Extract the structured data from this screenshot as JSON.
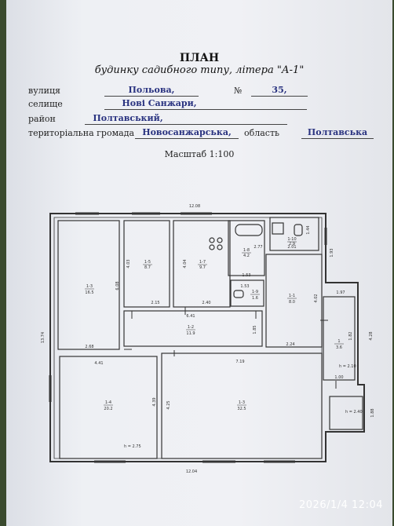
{
  "header": {
    "title": "ПЛАН",
    "subtitle": "будинку садибного типу,   літера \"А-1\""
  },
  "address": {
    "street_label": "вулиця",
    "street_value": "Польова,",
    "number_sign": "№",
    "number_value": "35,",
    "village_label": "селище",
    "village_value": "Нові Санжари,",
    "district_label": "район",
    "district_value": "Полтавський,",
    "community_label": "територіальна громада",
    "community_value": "Новосанжарська,",
    "region_label": "область",
    "region_value": "Полтавська"
  },
  "scale": "Масштаб 1:100",
  "plan": {
    "rooms": [
      {
        "id": "1-3",
        "area": "16.5"
      },
      {
        "id": "1-5",
        "area": "8.7"
      },
      {
        "id": "1-7",
        "area": "9.7"
      },
      {
        "id": "1-8",
        "area": "4.2"
      },
      {
        "id": "1-10",
        "area": "2.9"
      },
      {
        "id": "1-9",
        "area": "1.6"
      },
      {
        "id": "1-1",
        "area": "8.0"
      },
      {
        "id": "1-2",
        "area": "11.9"
      },
      {
        "id": "1-4",
        "area": "20.2"
      },
      {
        "id": "1-3",
        "area": "32.5"
      },
      {
        "id": "1",
        "area": "3.6"
      }
    ],
    "dimensions": {
      "top_overall": "12.08",
      "bottom_overall": "12.04",
      "left_overall": "13.74",
      "room_1_3_height": "6.08",
      "room_1_3_width": "2.68",
      "room_1_5_height": "4.03",
      "room_1_5_width": "2.15",
      "room_1_7_height": "4.04",
      "room_1_7_width": "2.40",
      "bath_height": "2.77",
      "bath_width": "1.53",
      "wc_width": "1.53",
      "toilet_width": "2.01",
      "toilet_height": "1.44",
      "right_upper": "1.93",
      "hall_width": "2.24",
      "hall_height": "4.02",
      "corridor_width": "6.41",
      "corridor_height": "1.85",
      "room_1_4_width": "4.41",
      "room_1_4_height": "4.39",
      "room_big_width": "7.19",
      "room_big_height": "4.25",
      "porch_top": "1.97",
      "porch_right": "4.28",
      "porch_inner": "1.82",
      "porch_low": "1.00",
      "step_height": "1.88"
    },
    "heights": {
      "h_1_4": "h = 2.75",
      "h_porch": "h = 2.10",
      "h_step": "h = 2.40"
    }
  },
  "stamp": "2026/1/4 12:04"
}
